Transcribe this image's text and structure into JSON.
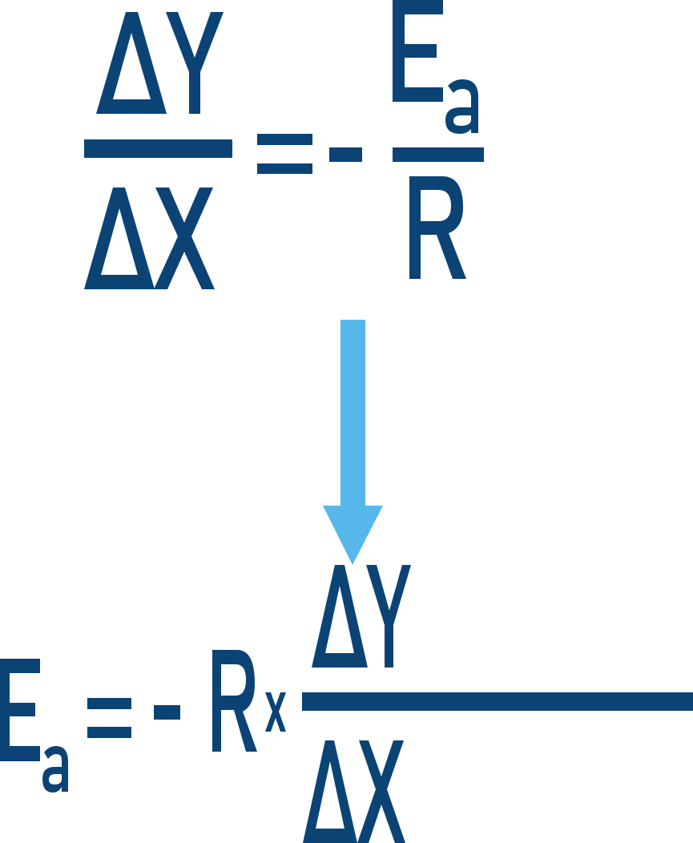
{
  "diagram": {
    "colors": {
      "ink": "#0b4375",
      "arrow": "#56b8ea",
      "background": "#ffffff"
    },
    "top_equation": {
      "text": "ΔY / ΔX = - Ea / R",
      "lhs": {
        "numerator": "ΔY",
        "denominator": "ΔX"
      },
      "operator": "=",
      "sign": "-",
      "rhs": {
        "numerator": "E",
        "numerator_subscript": "a",
        "denominator": "R"
      }
    },
    "arrow": {
      "direction": "down",
      "icon": "arrow-down-icon"
    },
    "bottom_equation": {
      "text": "Ea = - R x ΔY / ΔX",
      "lhs": {
        "symbol": "E",
        "subscript": "a"
      },
      "operator": "=",
      "sign": "-",
      "factor": "R",
      "times": "x",
      "fraction": {
        "numerator": "ΔY",
        "denominator": "ΔX"
      }
    }
  }
}
